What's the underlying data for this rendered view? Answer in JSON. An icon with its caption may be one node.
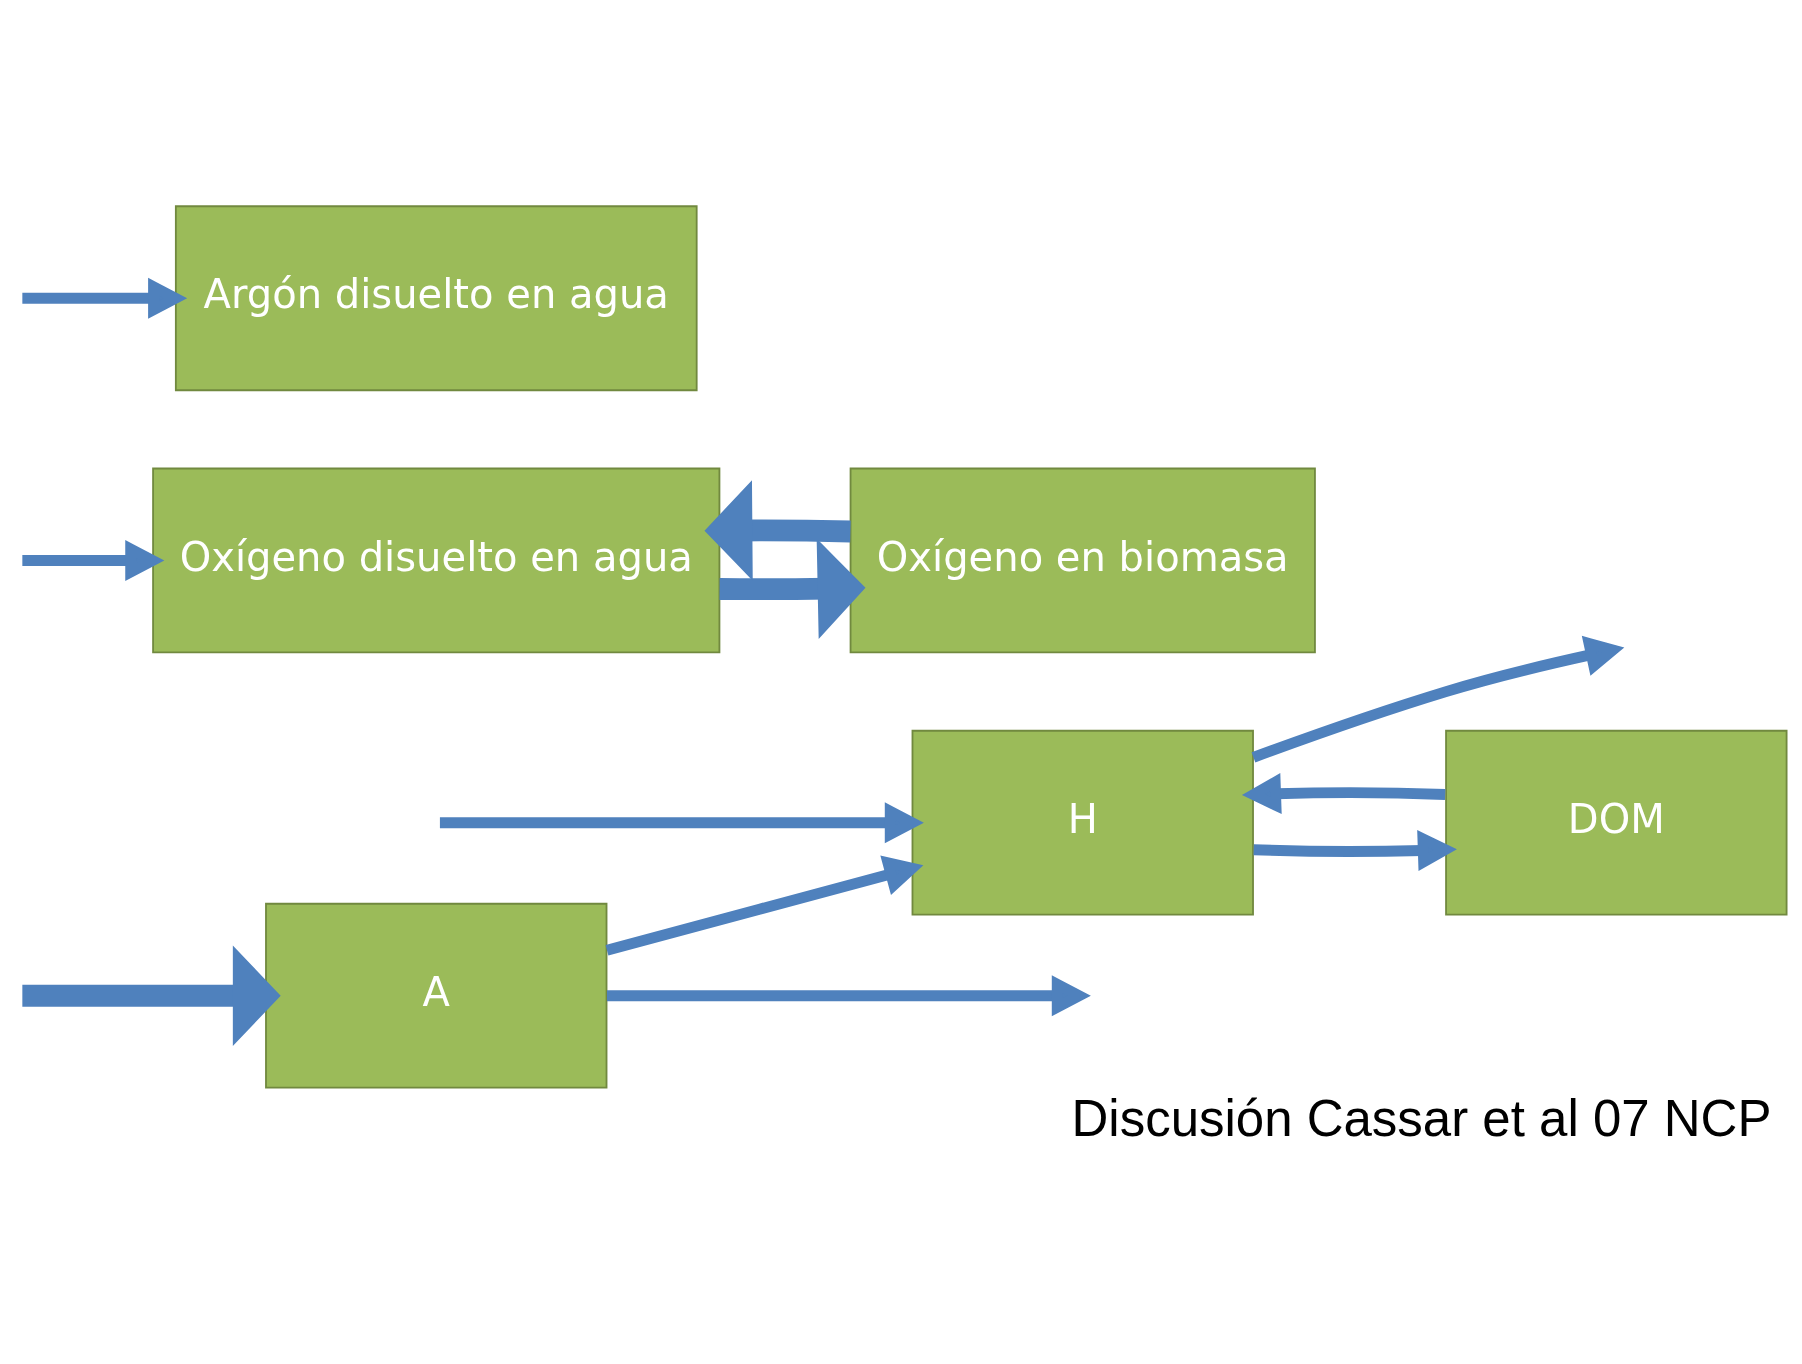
{
  "diagram": {
    "caption": "Discusión Cassar et al 07 NCP",
    "nodes": [
      {
        "text": [
          "A"
        ]
      },
      {
        "text": [
          "H"
        ]
      },
      {
        "text": [
          "DOM"
        ]
      },
      {
        "text": [
          "Oxígeno disuelto en agua"
        ]
      },
      {
        "text": [
          "Oxígeno en biomasa"
        ]
      },
      {
        "text": [
          "Argón disuelto en agua"
        ]
      }
    ],
    "edges": [
      {
        "from": 0,
        "to": null,
        "arrow": "to"
      },
      {
        "from": null,
        "to": 0,
        "arrow": "to",
        "style": "thick"
      },
      {
        "from": 0,
        "to": 1,
        "arrow": "to"
      },
      {
        "from": null,
        "to": 1,
        "arrow": "to"
      },
      {
        "from": 1,
        "to": null,
        "arrow": "to"
      },
      {
        "from": 1,
        "to": 2,
        "arrow": "to"
      },
      {
        "from": 2,
        "to": 1,
        "arrow": "to"
      },
      {
        "from": null,
        "to": 3,
        "arrow": "to"
      },
      {
        "from": null,
        "to": 5,
        "arrow": "to"
      },
      {
        "from": 3,
        "to": 4,
        "arrow": "to",
        "style": "thick"
      },
      {
        "from": 4,
        "to": 3,
        "arrow": "to",
        "style": "thick"
      }
    ]
  }
}
